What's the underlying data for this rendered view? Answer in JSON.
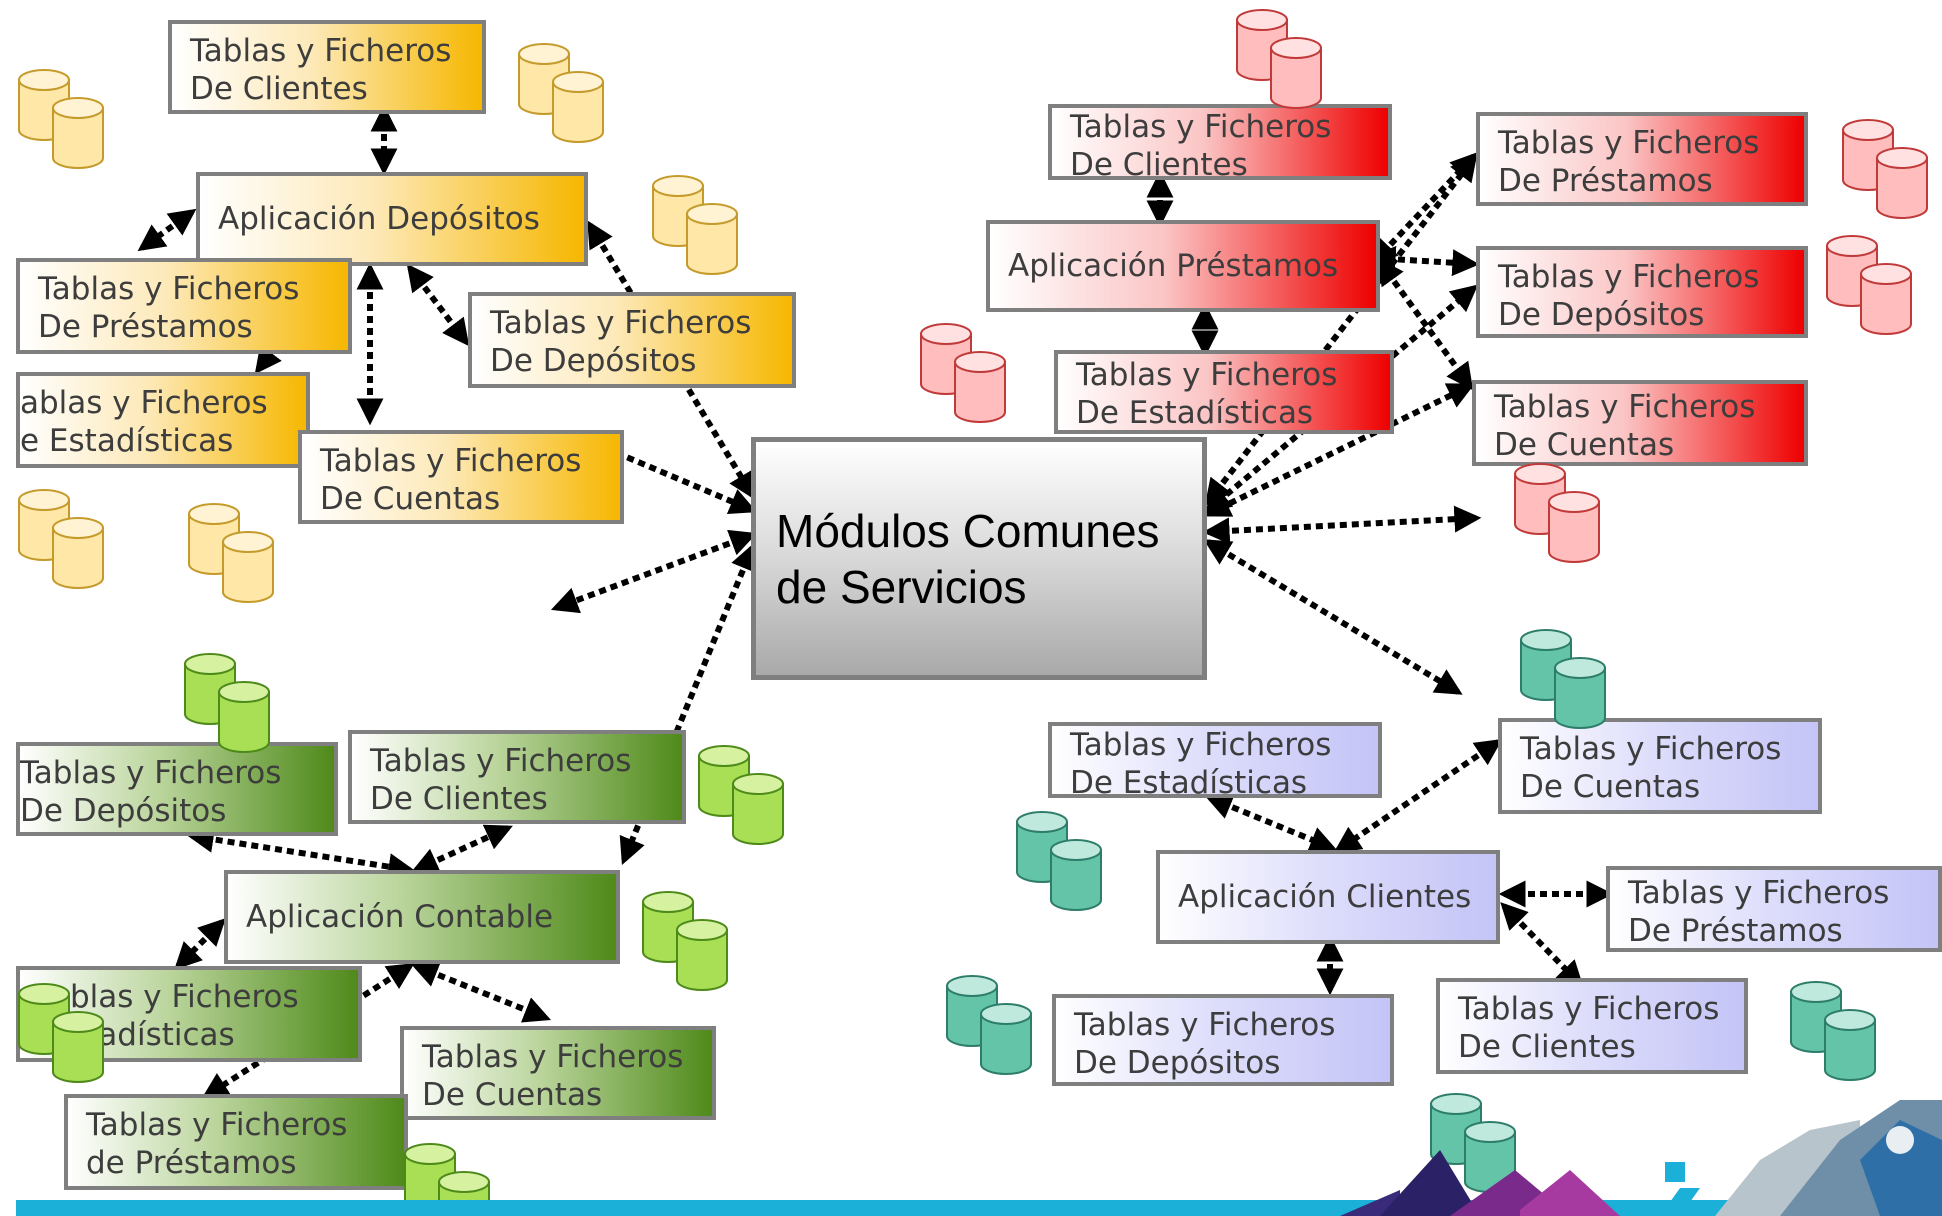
{
  "center": {
    "line1": "Módulos Comunes",
    "line2": "de Servicios"
  },
  "colors": {
    "yellow": "#f6b700",
    "red": "#ee0000",
    "green": "#4f8a1a",
    "blue": "#c4c4f7",
    "footer": "#1ab0d8",
    "connector": "#000000"
  },
  "icons": {
    "database": "database-icon"
  },
  "clusters": {
    "depositos": {
      "app": "Aplicación Depósitos",
      "clientes": [
        "Tablas y Ficheros",
        "De Clientes"
      ],
      "prestamos": [
        "Tablas y Ficheros",
        "De Préstamos"
      ],
      "depositos": [
        "Tablas y Ficheros",
        "De Depósitos"
      ],
      "estadisticas": [
        "ablas y Ficheros",
        "e Estadísticas"
      ],
      "cuentas": [
        "Tablas y Ficheros",
        "De Cuentas"
      ]
    },
    "prestamos": {
      "app": "Aplicación Préstamos",
      "clientes": [
        "Tablas y Ficheros",
        "De Clientes"
      ],
      "estadisticas": [
        "Tablas y Ficheros",
        "De Estadísticas"
      ],
      "prestamos": [
        "Tablas y Ficheros",
        "De Préstamos"
      ],
      "depositos": [
        "Tablas y Ficheros",
        "De Depósitos"
      ],
      "cuentas": [
        "Tablas y Ficheros",
        "De Cuentas"
      ]
    },
    "contable": {
      "app": "Aplicación Contable",
      "depositos": [
        "Tablas y Ficheros",
        "De Depósitos"
      ],
      "clientes": [
        "Tablas y Ficheros",
        "De Clientes"
      ],
      "estadisticas": [
        "blas y Ficheros",
        "stadísticas"
      ],
      "cuentas": [
        "Tablas y Ficheros",
        "De Cuentas"
      ],
      "prestamos": [
        "Tablas y Ficheros",
        "de Préstamos"
      ]
    },
    "clientes": {
      "app": "Aplicación Clientes",
      "estadisticas": [
        "Tablas y Ficheros",
        "De Estadísticas"
      ],
      "cuentas": [
        "Tablas y Ficheros",
        "De Cuentas"
      ],
      "prestamos": [
        "Tablas y Ficheros",
        "De Préstamos"
      ],
      "depositos": [
        "Tablas y Ficheros",
        "De Depósitos"
      ],
      "clientes": [
        "Tablas y Ficheros",
        "De Clientes"
      ]
    }
  }
}
